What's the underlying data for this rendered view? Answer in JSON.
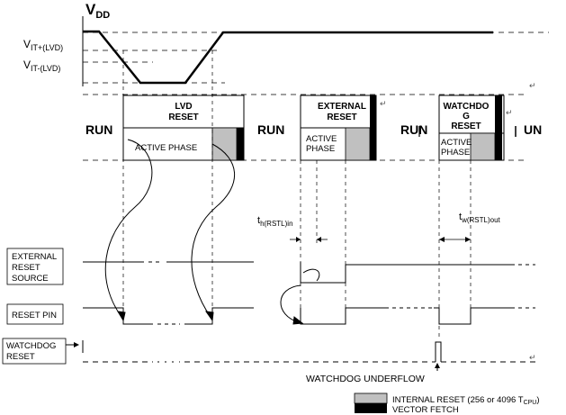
{
  "vdd": {
    "main": "V",
    "sub": "DD",
    "mark": "⁽"
  },
  "vit_plus": {
    "main": "V",
    "sub": "IT+(LVD)"
  },
  "vit_minus": {
    "main": "V",
    "sub": "IT-(LVD)"
  },
  "states": {
    "run1": "RUN",
    "run2": "RUN",
    "run3": "RUN",
    "run4": "UN"
  },
  "lvd_reset": {
    "line1": "LVD",
    "line2": "RESET"
  },
  "external_reset": {
    "line1": "EXTERNAL",
    "line2": "RESET"
  },
  "watchdog_reset": {
    "line1": "WATCHDO",
    "line2": "G",
    "line3": "RESET"
  },
  "active_phase": {
    "lvd": "ACTIVE PHASE",
    "ext_line1": "ACTIVE",
    "ext_line2": "PHASE",
    "wd_line1": "ACTIVE",
    "wd_line2": "PHASE"
  },
  "timing": {
    "th_main": "t",
    "th_sub": "h(RSTL)in",
    "tw_main": "t",
    "tw_sub": "w(RSTL)out"
  },
  "signals": {
    "ext_reset_source": [
      "EXTERNAL",
      "RESET",
      "SOURCE"
    ],
    "reset_pin": "RESET PIN",
    "watchdog_reset": [
      "WATCHDOG",
      "RESET"
    ]
  },
  "watchdog_underflow": "WATCHDOG UNDERFLOW",
  "legend": {
    "internal_reset_main": "INTERNAL RESET (256 or 4096 T",
    "internal_reset_sub": "CPU",
    "internal_reset_end": ")",
    "vector_fetch": "VECTOR FETCH"
  },
  "colors": {
    "internal_reset_fill": "#c0c0c0",
    "vector_fetch_fill": "#000000",
    "line": "#000000"
  }
}
